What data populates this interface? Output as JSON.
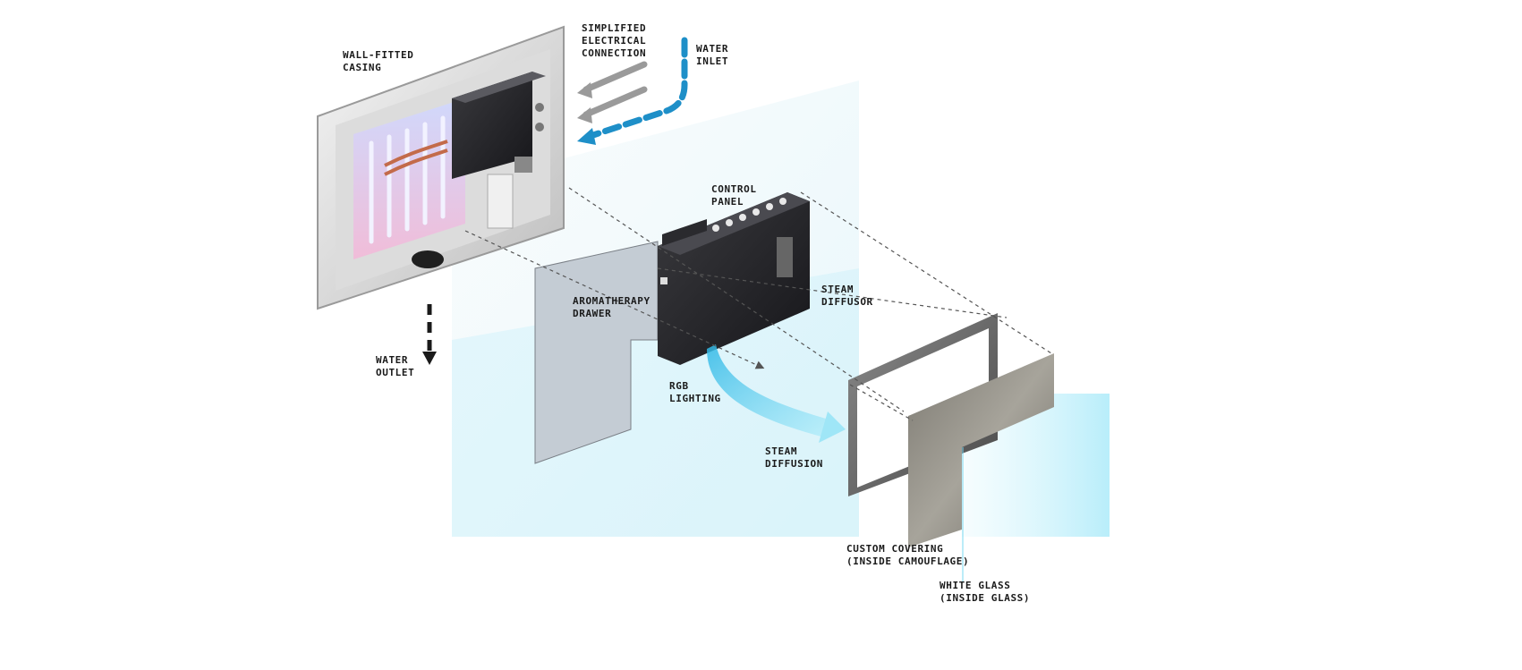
{
  "labels": {
    "wall_casing": [
      "WALL-FITTED",
      "CASING"
    ],
    "electrical": [
      "SIMPLIFIED",
      "ELECTRICAL",
      "CONNECTION"
    ],
    "water_inlet": [
      "WATER",
      "INLET"
    ],
    "control_panel": [
      "CONTROL",
      "PANEL"
    ],
    "aromatherapy": [
      "AROMATHERAPY",
      "DRAWER"
    ],
    "steam_diffusor": [
      "STEAM",
      "DIFFUSOR"
    ],
    "water_outlet": [
      "WATER",
      "OUTLET"
    ],
    "rgb_lighting": [
      "RGB",
      "LIGHTING"
    ],
    "steam_diffusion": [
      "STEAM",
      "DIFFUSION"
    ],
    "custom_covering": [
      "CUSTOM COVERING",
      "(INSIDE CAMOUFLAGE)"
    ],
    "white_glass": [
      "WHITE GLASS",
      "(INSIDE GLASS)"
    ]
  },
  "colors": {
    "water_inlet": "#1e8fc8",
    "electrical": "#9a9a9a",
    "outlet": "#1a1a1a",
    "steam": "#6fd3f0"
  }
}
